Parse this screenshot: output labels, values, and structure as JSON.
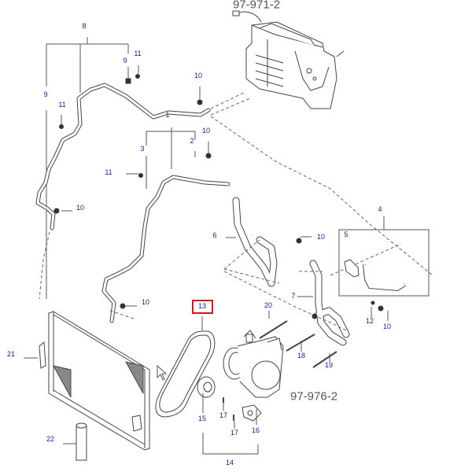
{
  "diagram": {
    "references": {
      "evaporator": "97-971-2",
      "compressor": "97-976-2"
    },
    "highlighted_part": "13",
    "colors": {
      "label": "#1a1a8c",
      "line": "#555555",
      "highlight": "#d01818",
      "reference": "#555555"
    },
    "labels": {
      "l8": "8",
      "l9a": "9",
      "l9b": "9",
      "l11a": "11",
      "l11b": "11",
      "l11c": "11",
      "l10a": "10",
      "l10b": "10",
      "l10c": "10",
      "l10d": "10",
      "l10e": "10",
      "l10f": "10",
      "l1": "1",
      "l2": "2",
      "l3": "3",
      "l4": "4",
      "l5": "5",
      "l6": "6",
      "l7": "7",
      "l12": "12",
      "l13": "13",
      "l14": "14",
      "l15": "15",
      "l16": "16",
      "l17a": "17",
      "l17b": "17",
      "l18": "18",
      "l19": "19",
      "l20": "20",
      "l21": "21",
      "l22": "22"
    }
  }
}
